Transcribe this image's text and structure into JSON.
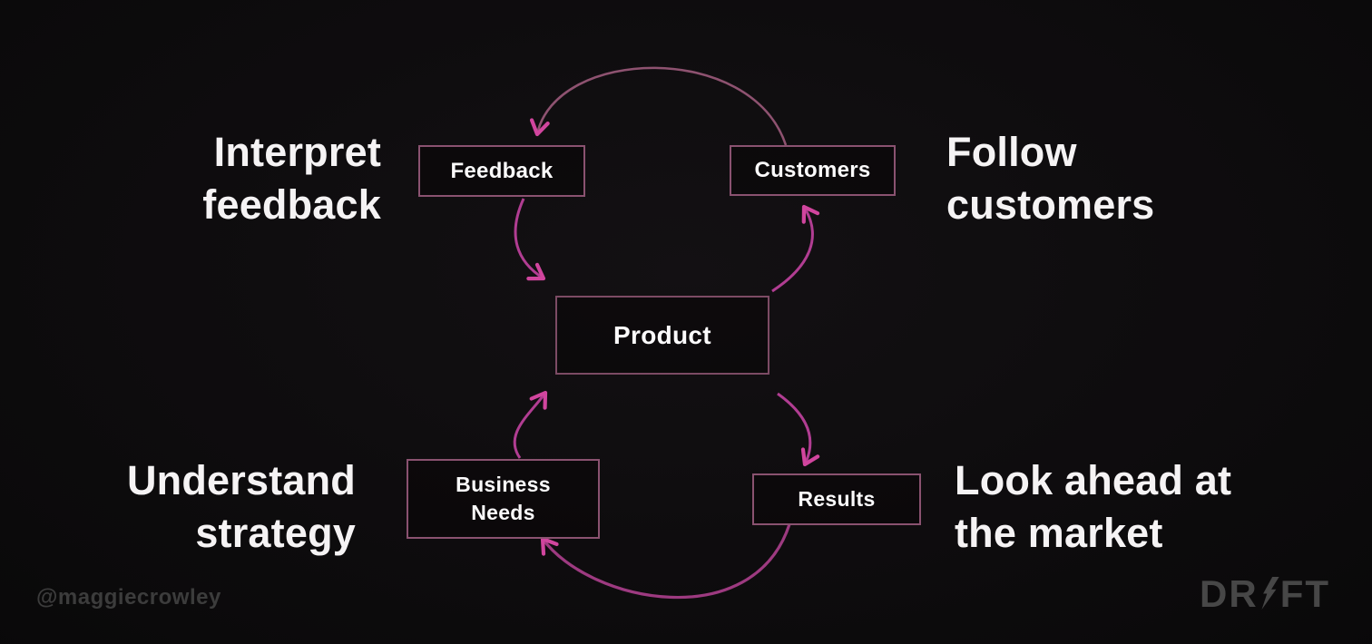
{
  "slide": {
    "background_color": "#0b090b",
    "arrow_color": "#b13d92",
    "arrow_muted_color": "#8e5270",
    "arrowhead_color": "#d1459e",
    "node_border_color": "#8a5270",
    "text_color": "#f5f3f4",
    "watermark_color": "#3c3c3c",
    "logo_color": "#474747"
  },
  "diagram": {
    "nodes": [
      {
        "id": "feedback",
        "label": "Feedback"
      },
      {
        "id": "customers",
        "label": "Customers"
      },
      {
        "id": "product",
        "label": "Product"
      },
      {
        "id": "business_needs",
        "label": "Business\nNeeds"
      },
      {
        "id": "results",
        "label": "Results"
      }
    ],
    "edges": [
      {
        "from": "Product",
        "to": "Customers"
      },
      {
        "from": "Customers",
        "to": "Feedback"
      },
      {
        "from": "Feedback",
        "to": "Product"
      },
      {
        "from": "Product",
        "to": "Results"
      },
      {
        "from": "Results",
        "to": "Business Needs"
      },
      {
        "from": "Business Needs",
        "to": "Product"
      }
    ]
  },
  "annotations": {
    "top_left": "Interpret\nfeedback",
    "top_right": "Follow\ncustomers",
    "bottom_left": "Understand\nstrategy",
    "bottom_right": "Look ahead at\nthe market"
  },
  "footer": {
    "watermark": "@maggiecrowley",
    "logo": {
      "prefix": "DR",
      "suffix": "FT",
      "bolt_icon": "lightning-bolt"
    }
  }
}
